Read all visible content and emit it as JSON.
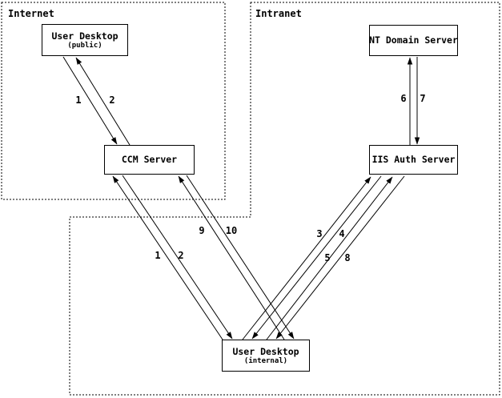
{
  "zones": {
    "internet": {
      "label": "Internet"
    },
    "intranet": {
      "label": "Intranet"
    }
  },
  "nodes": {
    "user_desktop_public": {
      "label": "User Desktop",
      "sublabel": "(public)"
    },
    "ccm_server": {
      "label": "CCM Server"
    },
    "nt_domain_server": {
      "label": "NT Domain Server"
    },
    "iis_auth_server": {
      "label": "IIS Auth Server"
    },
    "user_desktop_internal": {
      "label": "User Desktop",
      "sublabel": "(internal)"
    }
  },
  "edge_labels": {
    "public_step_1": "1",
    "public_step_2": "2",
    "internal_step_1": "1",
    "internal_step_2": "2",
    "step_3": "3",
    "step_4": "4",
    "step_5": "5",
    "step_6": "6",
    "step_7": "7",
    "step_8": "8",
    "step_9": "9",
    "step_10": "10"
  },
  "colors": {
    "line": "#000000",
    "background": "#ffffff",
    "text": "#000000"
  }
}
